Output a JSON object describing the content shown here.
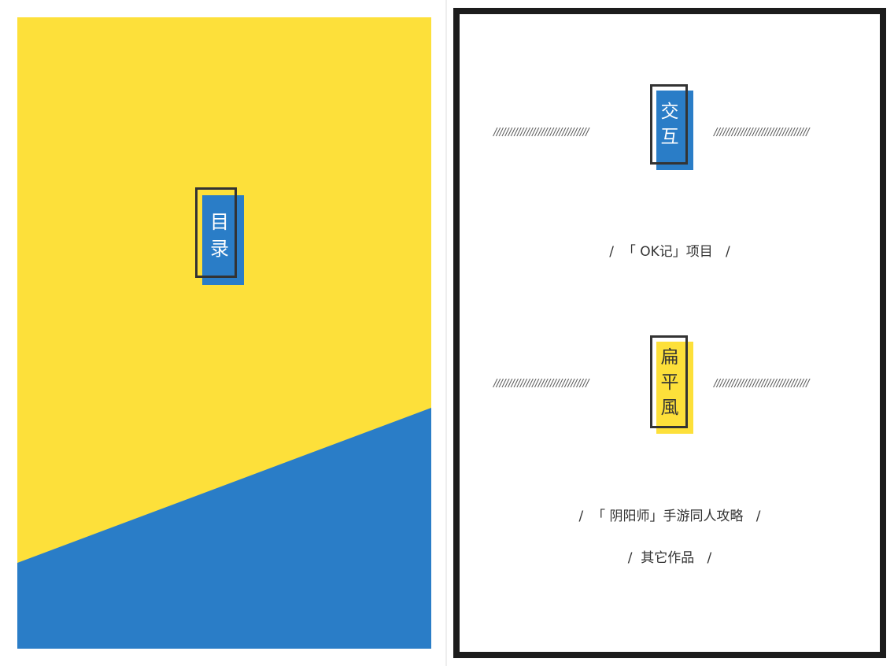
{
  "colors": {
    "yellow": "#fde03a",
    "blue": "#2a7dc7",
    "frame": "#333333",
    "border": "#1c1c1c"
  },
  "cover": {
    "title_chars": [
      "目",
      "录"
    ]
  },
  "contents": {
    "section1": {
      "title_chars": [
        "交",
        "互"
      ],
      "left_slashes": "////////////////////////////////",
      "right_slashes": "////////////////////////////////",
      "entry": "/  「 OK记」项目   /"
    },
    "section2": {
      "title_chars": [
        "扁",
        "平",
        "風"
      ],
      "left_slashes": "////////////////////////////////",
      "right_slashes": "////////////////////////////////",
      "entries": [
        "/  「 阴阳师」手游同人攻略   /",
        "/  其它作品   /"
      ]
    }
  }
}
